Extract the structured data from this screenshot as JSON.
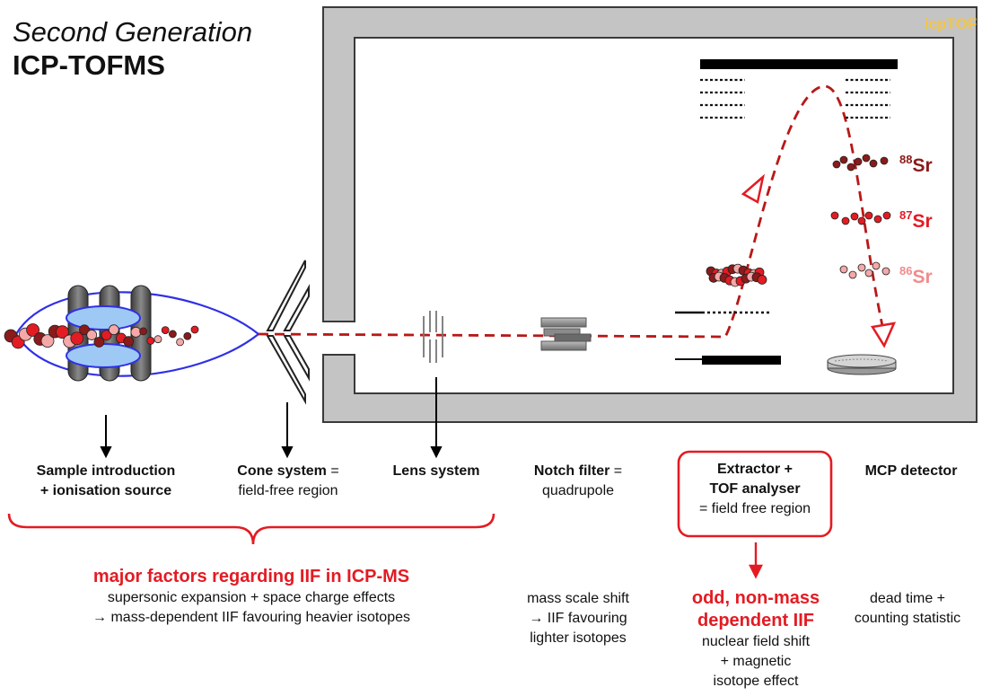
{
  "title": {
    "line1": "Second Generation",
    "line2": "ICP-TOFMS",
    "brand": "icpTOF"
  },
  "colors": {
    "red": "#e31b23",
    "dark_red": "#8b0000",
    "brand_yellow": "#f5c542",
    "housing_gray": "#c0c0c0",
    "plasma_blue": "#2f2fe8"
  },
  "isotopes": [
    {
      "mass": "88",
      "symbol": "Sr",
      "color": "#8b1a1a"
    },
    {
      "mass": "87",
      "symbol": "Sr",
      "color": "#e31b23"
    },
    {
      "mass": "86",
      "symbol": "Sr",
      "color": "#f08c8c"
    }
  ],
  "components": {
    "sample": {
      "line1": "Sample introduction",
      "line2": "+ ionisation source"
    },
    "cone": {
      "bold": "Cone system",
      "rest": " =",
      "line2": "field-free region"
    },
    "lens": {
      "bold": "Lens system"
    },
    "notch": {
      "bold": "Notch filter",
      "rest": " =",
      "line2": "quadrupole"
    },
    "tof": {
      "line1": "Extractor +",
      "line2": "TOF analyser",
      "line3": "= field free region"
    },
    "mcp": {
      "bold": "MCP detector"
    }
  },
  "effects": {
    "major": {
      "heading": "major factors regarding IIF in ICP-MS",
      "line1": "supersonic expansion + space charge effects",
      "line2": "→ mass-dependent IIF favouring heavier isotopes"
    },
    "notch": {
      "line1": "mass scale shift",
      "line2": "→ IIF favouring",
      "line3": "lighter isotopes"
    },
    "tof": {
      "heading1": "odd, non-mass",
      "heading2": "dependent IIF",
      "line1": "nuclear field shift",
      "line2": "+ magnetic",
      "line3": "isotope effect"
    },
    "mcp": {
      "line1": "dead time +",
      "line2": "counting statistic"
    }
  }
}
